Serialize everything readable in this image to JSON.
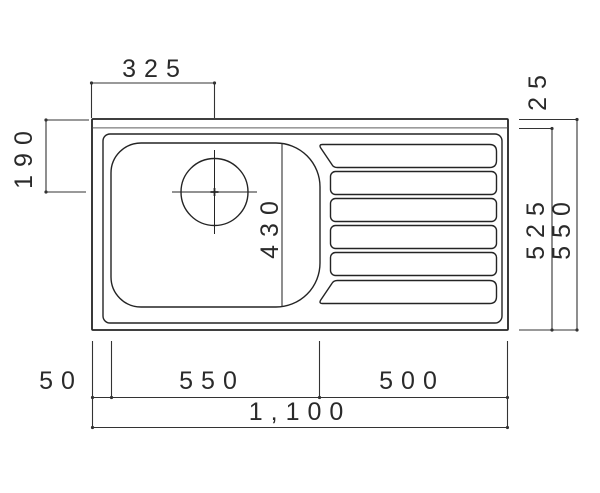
{
  "dims": {
    "hole_offset_x": "325",
    "hole_offset_y": "190",
    "back_rim_depth": "25",
    "bowl_depth": "430",
    "inner_depth": "525",
    "overall_depth": "550",
    "left_rim_width": "50",
    "bowl_width": "550",
    "drainboard_width": "500",
    "overall_width": "1,100"
  },
  "colors": {
    "object_line": "#242424",
    "rim_line": "#9b9b9b",
    "dimension_line": "#333333",
    "text": "#2a2a2a",
    "background": "#ffffff"
  }
}
